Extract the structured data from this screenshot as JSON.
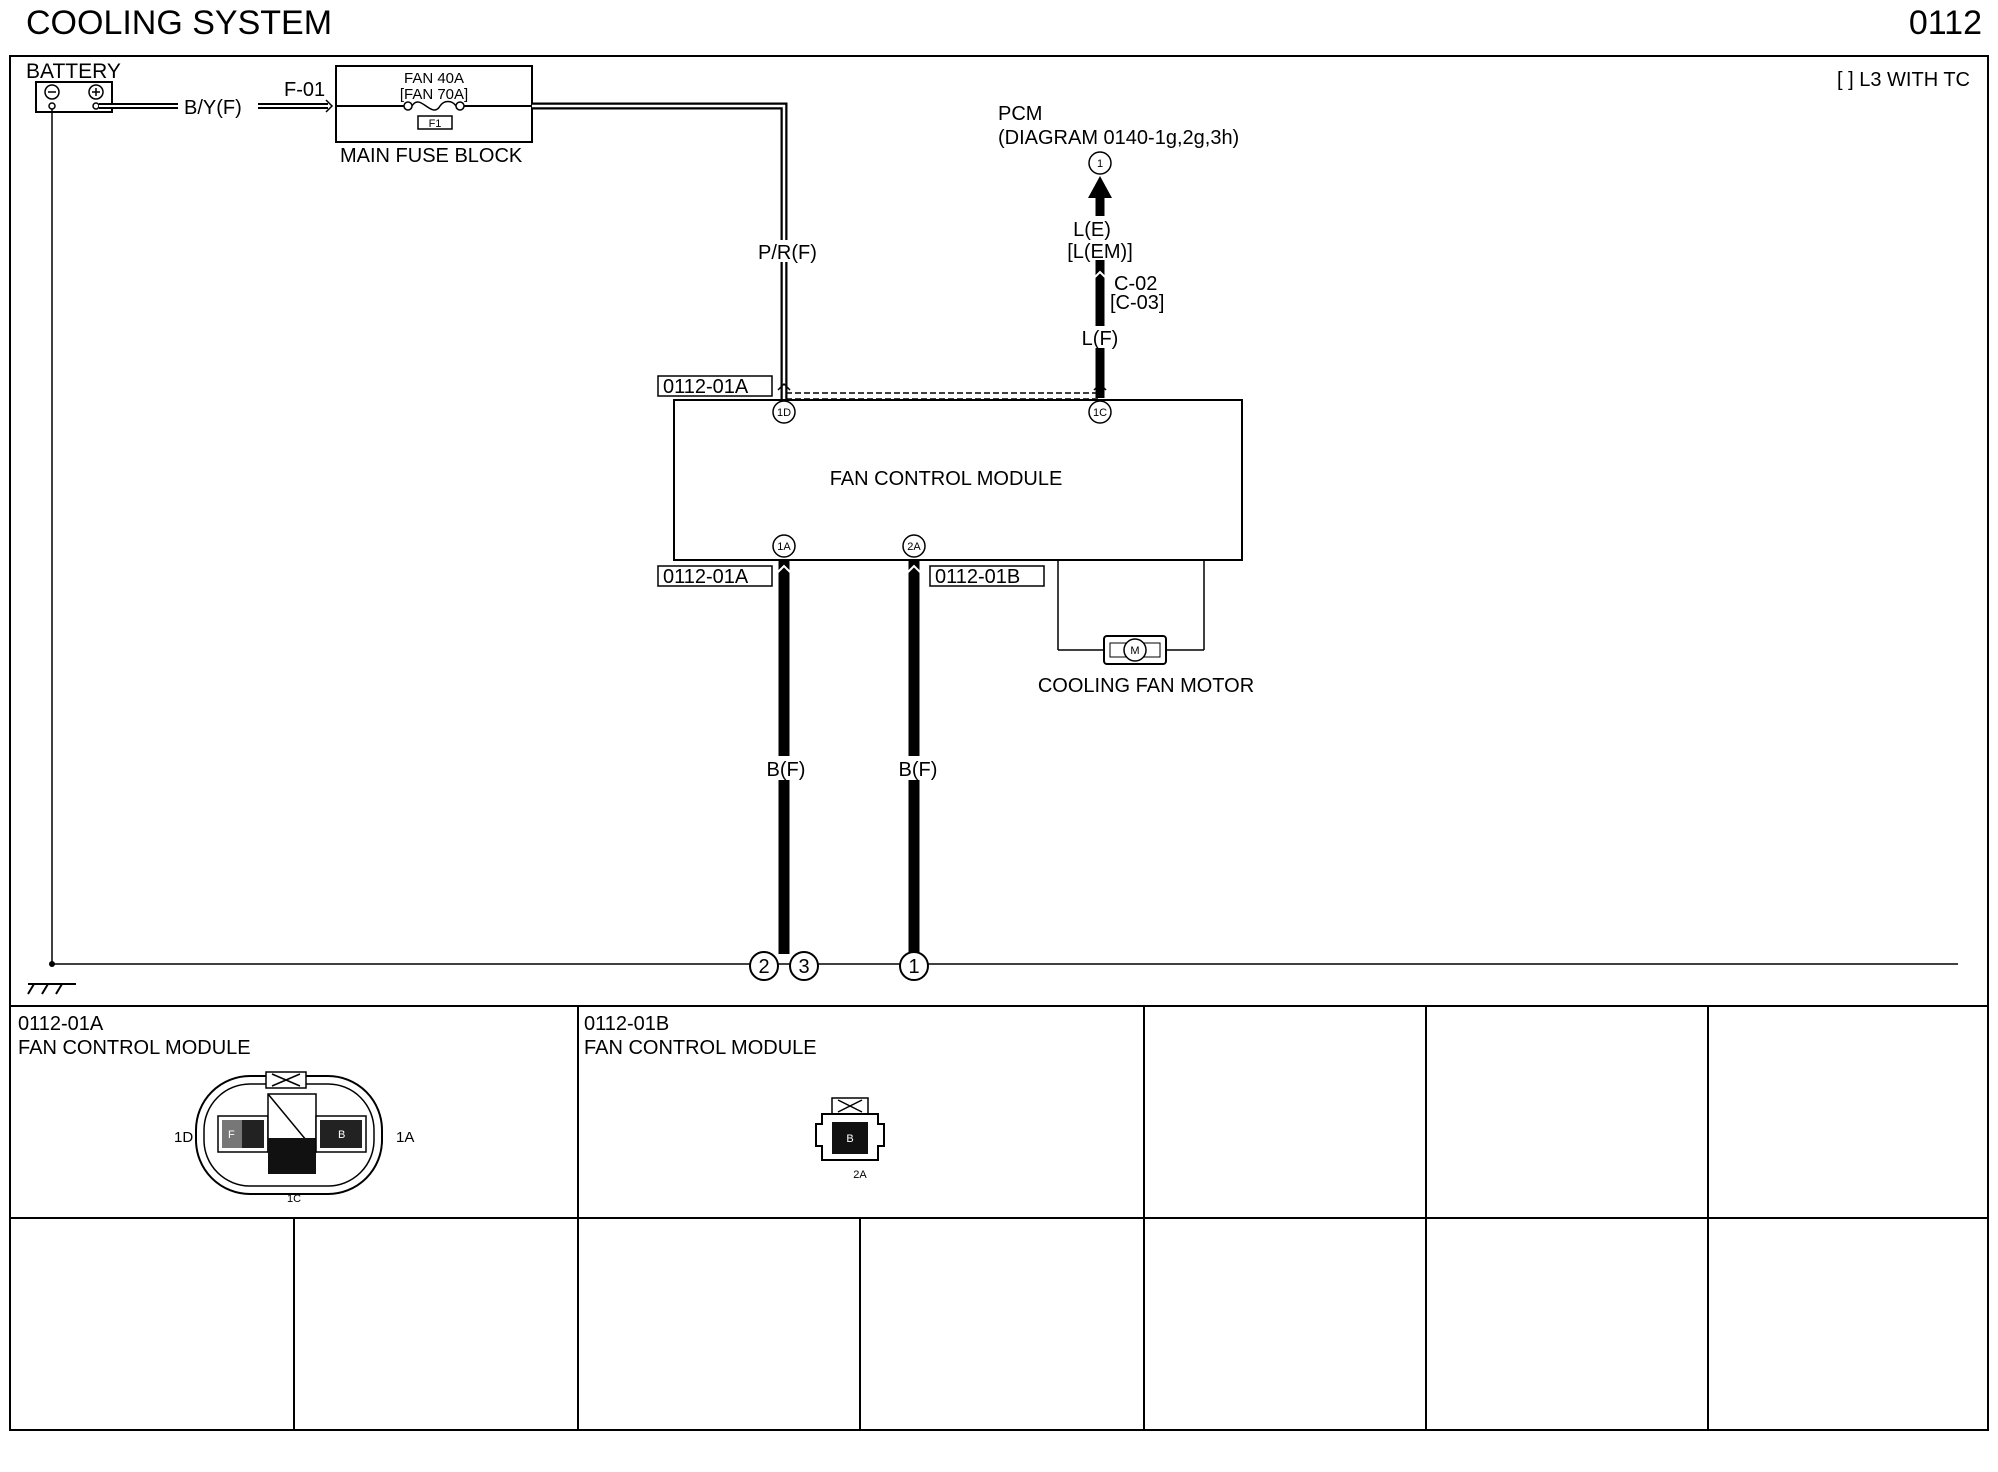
{
  "header": {
    "title": "COOLING SYSTEM",
    "page_number": "0112"
  },
  "note": "[ ] L3 WITH TC",
  "battery": {
    "label": "BATTERY",
    "wire_label": "B/Y(F)"
  },
  "fuse_block": {
    "connector": "F-01",
    "rating": "FAN 40A",
    "rating_alt": "[FAN 70A]",
    "fuse_id": "F1",
    "label": "MAIN FUSE BLOCK"
  },
  "pcm": {
    "label": "PCM",
    "reference": "(DIAGRAM 0140-1g,2g,3h)",
    "terminal": "1",
    "wire_label": "L(E)",
    "wire_label_alt": "[L(EM)]",
    "connector": "C-02",
    "connector_alt": "[C-03]",
    "wire_label_lower": "L(F)"
  },
  "power_wire": {
    "label": "P/R(F)"
  },
  "fan_module": {
    "label": "FAN CONTROL MODULE",
    "connector_top": "0112-01A",
    "connector_bottom_left": "0112-01A",
    "connector_bottom_right": "0112-01B",
    "terminals": {
      "top_left": "1D",
      "top_right": "1C",
      "bottom_left": "1A",
      "bottom_right": "2A"
    }
  },
  "fan_motor": {
    "label": "COOLING FAN MOTOR",
    "symbol": "M"
  },
  "ground_wires": {
    "left_label": "B(F)",
    "right_label": "B(F)",
    "ground_points": [
      "2",
      "3",
      "1"
    ]
  },
  "connector_views": [
    {
      "id": "0112-01A",
      "name": "FAN CONTROL MODULE",
      "pins": {
        "left": "1D",
        "right": "1A",
        "bottom": "1C",
        "left_inner": "F",
        "right_inner": "B"
      }
    },
    {
      "id": "0112-01B",
      "name": "FAN CONTROL MODULE",
      "pins": {
        "bottom": "2A",
        "inner": "B"
      }
    }
  ]
}
